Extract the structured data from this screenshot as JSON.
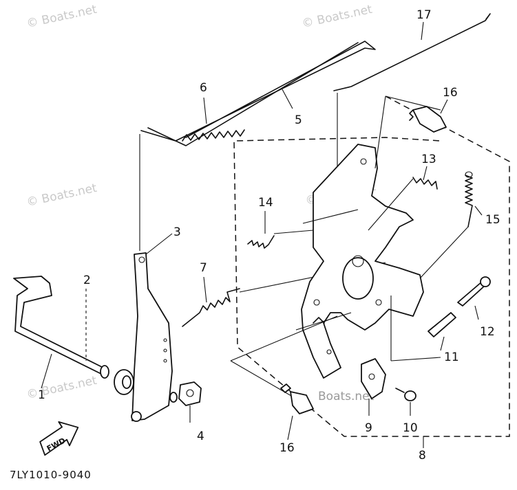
{
  "watermarks": [
    "© Boats.net",
    "© Boats.net",
    "© Boats.net",
    "© Boats.net",
    "© Boats.net",
    "Boats.net"
  ],
  "callouts": {
    "p1": "1",
    "p2": "2",
    "p3": "3",
    "p4": "4",
    "p5": "5",
    "p6": "6",
    "p7": "7",
    "p8": "8",
    "p9": "9",
    "p10": "10",
    "p11": "11",
    "p12": "12",
    "p13": "13",
    "p14": "14",
    "p15": "15",
    "p16a": "16",
    "p16b": "16",
    "p17": "17"
  },
  "fwd_label": "FWD",
  "diagram_code": "7LY1010-9040"
}
